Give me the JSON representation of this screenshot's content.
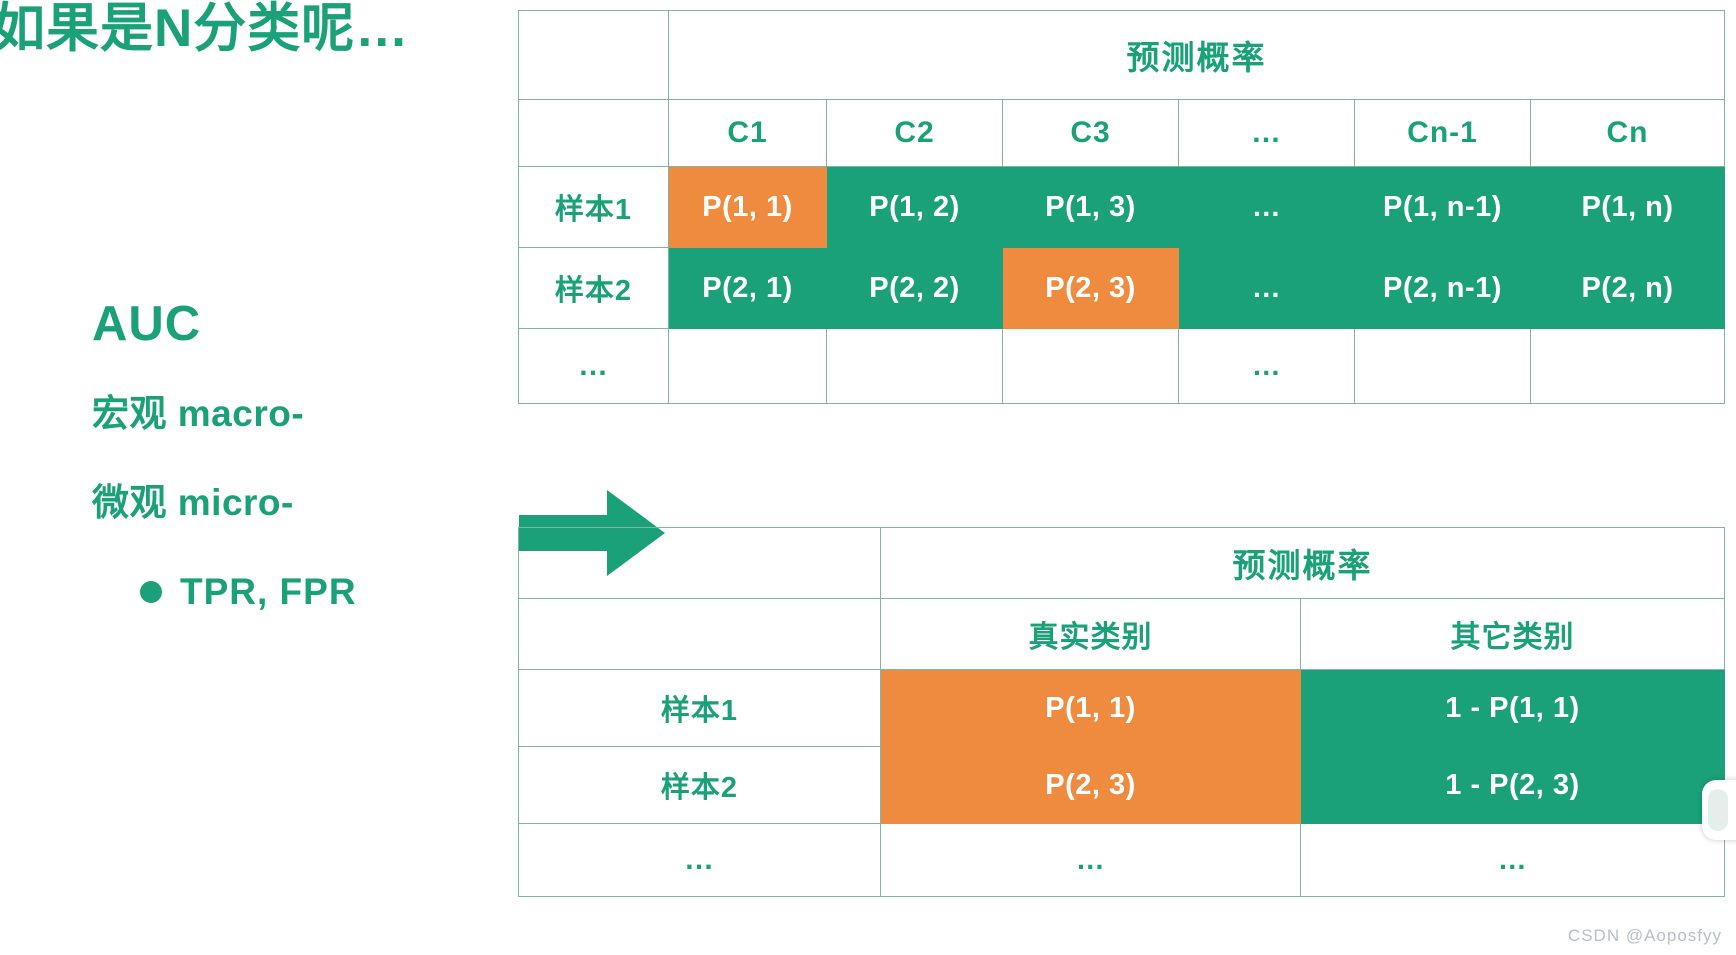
{
  "slide": {
    "title": "如果是N分类呢…",
    "top_clipped_text": "…  … …",
    "watermark": "CSDN @Aoposfyy"
  },
  "left_panel": {
    "auc_label": "AUC",
    "macro_label": "宏观 macro-",
    "micro_label": "微观 micro-",
    "bullet_label": "TPR, FPR"
  },
  "arrow": {
    "icon": "arrow-right-icon",
    "color": "#1aa179"
  },
  "colors": {
    "accent_green": "#1aa179",
    "accent_orange": "#ef8b3f",
    "border": "#7fb4a6",
    "text_on_fill": "#ffffff"
  },
  "table_top": {
    "name": "n-class-probability-table",
    "super_header": "预测概率",
    "corner_label": "",
    "columns": [
      "C1",
      "C2",
      "C3",
      "…",
      "Cn-1",
      "Cn"
    ],
    "rows": [
      {
        "label": "样本1",
        "cells": [
          {
            "text": "P(1, 1)",
            "fill": "orange"
          },
          {
            "text": "P(1, 2)",
            "fill": "green"
          },
          {
            "text": "P(1, 3)",
            "fill": "green"
          },
          {
            "text": "…",
            "fill": "green"
          },
          {
            "text": "P(1, n-1)",
            "fill": "green"
          },
          {
            "text": "P(1, n)",
            "fill": "green"
          }
        ]
      },
      {
        "label": "样本2",
        "cells": [
          {
            "text": "P(2, 1)",
            "fill": "green"
          },
          {
            "text": "P(2, 2)",
            "fill": "green"
          },
          {
            "text": "P(2, 3)",
            "fill": "orange"
          },
          {
            "text": "…",
            "fill": "green"
          },
          {
            "text": "P(2, n-1)",
            "fill": "green"
          },
          {
            "text": "P(2, n)",
            "fill": "green"
          }
        ]
      },
      {
        "label": "…",
        "cells": [
          {
            "text": "",
            "fill": "blank"
          },
          {
            "text": "",
            "fill": "blank"
          },
          {
            "text": "",
            "fill": "blank"
          },
          {
            "text": "…",
            "fill": "blank"
          },
          {
            "text": "",
            "fill": "blank"
          },
          {
            "text": "",
            "fill": "blank"
          }
        ]
      }
    ]
  },
  "table_bottom": {
    "name": "binarized-probability-table",
    "super_header": "预测概率",
    "columns": [
      "真实类别",
      "其它类别"
    ],
    "rows": [
      {
        "label": "样本1",
        "cells": [
          {
            "text": "P(1, 1)",
            "fill": "orange"
          },
          {
            "text": "1 - P(1, 1)",
            "fill": "green"
          }
        ]
      },
      {
        "label": "样本2",
        "cells": [
          {
            "text": "P(2, 3)",
            "fill": "orange"
          },
          {
            "text": "1 - P(2, 3)",
            "fill": "green"
          }
        ]
      },
      {
        "label": "…",
        "cells": [
          {
            "text": "…",
            "fill": "blank"
          },
          {
            "text": "…",
            "fill": "blank"
          }
        ]
      }
    ]
  }
}
